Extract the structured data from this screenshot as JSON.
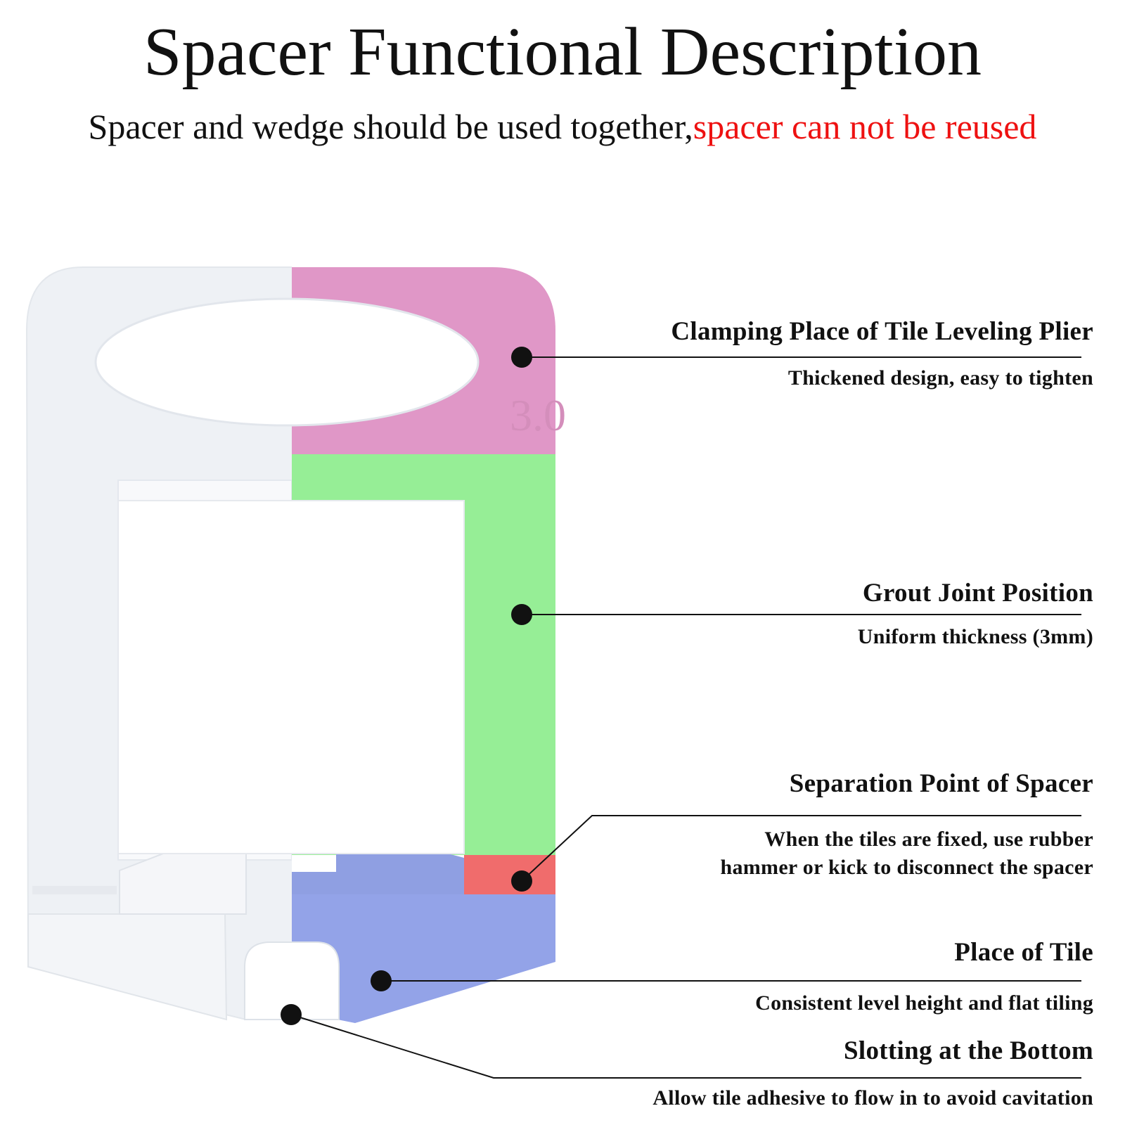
{
  "title": "Spacer Functional Description",
  "subtitle": {
    "normal": "Spacer and wedge should be used together,",
    "warning": "spacer can not be reused"
  },
  "spacer_mark": "3.0",
  "colors": {
    "clamp": "#e097c7",
    "grout": "#96ee96",
    "separation": "#f06c6c",
    "tile": "#93a3e8",
    "clear_part": "#eef1f5",
    "warning_text": "#ee1111"
  },
  "callouts": [
    {
      "id": "clamping",
      "heading": "Clamping Place of Tile Leveling Plier",
      "description": "Thickened design, easy to tighten"
    },
    {
      "id": "grout",
      "heading": "Grout Joint Position",
      "description": "Uniform thickness (3mm)"
    },
    {
      "id": "separation",
      "heading": "Separation Point of Spacer",
      "description_lines": [
        "When the tiles are fixed, use rubber",
        "hammer or kick to disconnect the spacer"
      ]
    },
    {
      "id": "tile",
      "heading": "Place of Tile",
      "description": "Consistent level height and flat tiling"
    },
    {
      "id": "slotting",
      "heading": "Slotting at the Bottom",
      "description": "Allow tile adhesive to flow in to avoid cavitation"
    }
  ]
}
